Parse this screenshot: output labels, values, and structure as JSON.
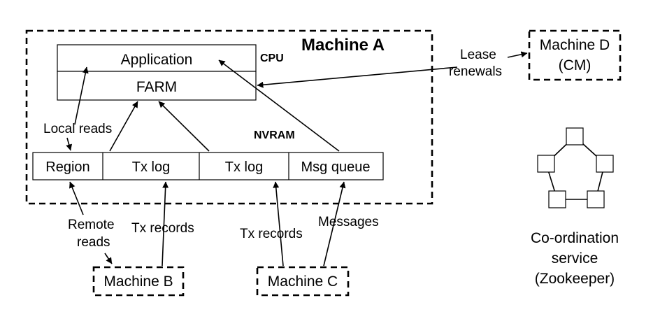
{
  "machine_a": {
    "title": "Machine A",
    "cpu_label": "CPU",
    "nvram_label": "NVRAM",
    "application_label": "Application",
    "farm_label": "FARM",
    "memory_cells": [
      "Region",
      "Tx log",
      "Tx log",
      "Msg queue"
    ]
  },
  "edge_labels": {
    "local_reads": "Local reads",
    "remote_reads_1": "Remote",
    "remote_reads_2": "reads",
    "tx_records_b": "Tx records",
    "tx_records_c": "Tx records",
    "messages": "Messages",
    "lease_1": "Lease",
    "lease_2": "renewals"
  },
  "machine_b": {
    "label": "Machine B"
  },
  "machine_c": {
    "label": "Machine C"
  },
  "machine_d": {
    "line1": "Machine D",
    "line2": "(CM)"
  },
  "coordination": {
    "line1": "Co-ordination",
    "line2": "service",
    "line3": "(Zookeeper)"
  }
}
